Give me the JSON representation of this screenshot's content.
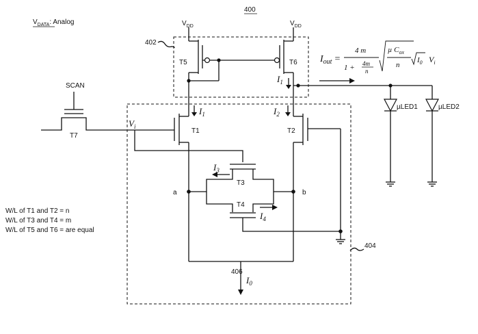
{
  "vdata": {
    "main": "V",
    "sub": "DATA",
    "rest": ": Analog"
  },
  "fig_number": "400",
  "vdd": {
    "main": "V",
    "sub": "DD"
  },
  "refs": {
    "mirror": "402",
    "array": "404",
    "node": "406"
  },
  "scan_label": "SCAN",
  "transistors": {
    "t1": "T1",
    "t2": "T2",
    "t3": "T3",
    "t4": "T4",
    "t5": "T5",
    "t6": "T6",
    "t7": "T7"
  },
  "currents": {
    "i0": {
      "main": "I",
      "sub": "0"
    },
    "i1": {
      "main": "I",
      "sub": "1"
    },
    "i2": {
      "main": "I",
      "sub": "2"
    },
    "i3": {
      "main": "I",
      "sub": "3"
    },
    "i4": {
      "main": "I",
      "sub": "4"
    }
  },
  "vi": {
    "main": "V",
    "sub": "i"
  },
  "nodes": {
    "a": "a",
    "b": "b"
  },
  "leds": {
    "led1": "µLED1",
    "led2": "µLED2"
  },
  "equation": {
    "lhs_main": "I",
    "lhs_sub": "out",
    "eq": "=",
    "num": "4 m",
    "den_pre": "1 +",
    "den_num": "4m",
    "den_den": "n",
    "rad_num": "µ C",
    "rad_num_sub": "ox",
    "rad_den": "n",
    "rad2": "I",
    "rad2_sub": "0",
    "tail": "V",
    "tail_sub": "i"
  },
  "notes": [
    "W/L of T1 and T2 = n",
    "W/L of T3 and T4 = m",
    "W/L of T5 and T6 = are equal"
  ]
}
